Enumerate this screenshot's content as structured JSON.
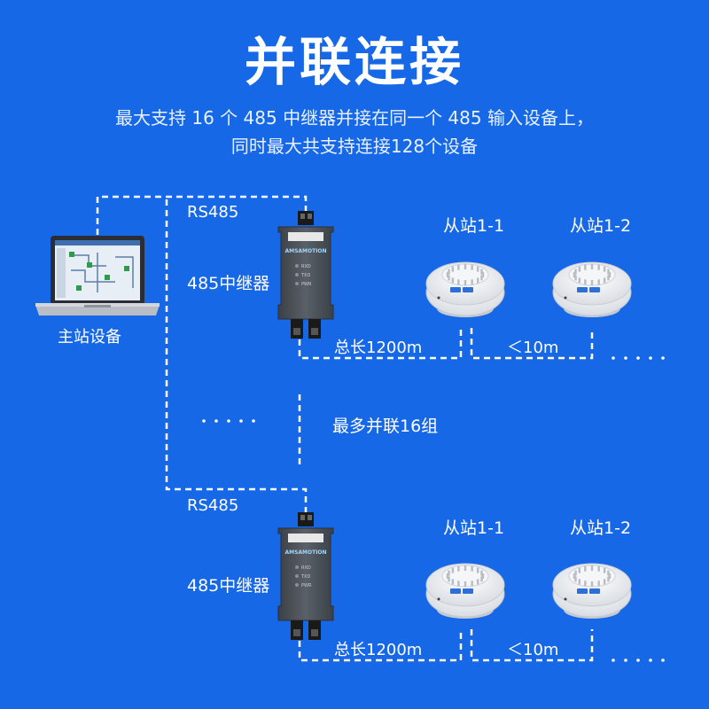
{
  "title": "并联连接",
  "subtitle_line1": "最大支持 16 个 485 中继器并接在同一个 485 输入设备上，",
  "subtitle_line2": "同时最大共支持连接128个设备",
  "master_label": "主站设备",
  "bus_label": "RS485",
  "repeater_label": "485中继器",
  "repeater_brand": "AMSAMOTION",
  "repeater_leds": [
    "RXD",
    "TXD",
    "PWR"
  ],
  "slave_1_label": "从站1-1",
  "slave_2_label": "从站1-2",
  "total_length_label": "总长1200m",
  "spacing_label": "＜10m",
  "max_parallel_label": "最多并联16组",
  "colors": {
    "background": "#1768e6",
    "line": "#ffffff",
    "device_body": "#4a5058",
    "terminal": "#1a1a1a"
  }
}
